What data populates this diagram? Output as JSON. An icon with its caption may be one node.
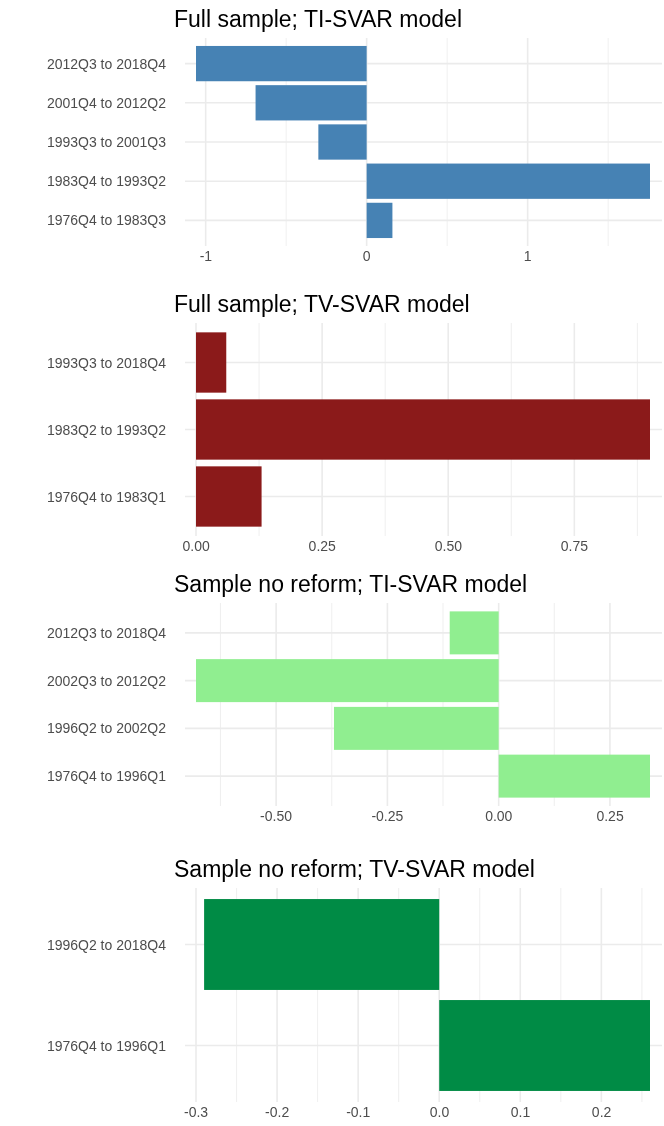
{
  "diagram": {
    "chart_data": [
      {
        "type": "bar",
        "orientation": "horizontal",
        "title": "Full sample; TI-SVAR model",
        "categories": [
          "2012Q3 to 2018Q4",
          "2001Q4 to 2012Q2",
          "1993Q3 to 2001Q3",
          "1983Q4 to 1993Q2",
          "1976Q4 to 1983Q3"
        ],
        "series": [
          {
            "color": "#4682b4",
            "values": [
              -1.06,
              -0.69,
              -0.3,
              1.76,
              0.16
            ]
          }
        ],
        "xticks": [
          -1,
          0,
          1
        ],
        "xlim": [
          -1.06,
          1.76
        ],
        "grid": true
      },
      {
        "type": "bar",
        "orientation": "horizontal",
        "title": "Full sample; TV-SVAR model",
        "categories": [
          "1993Q3 to 2018Q4",
          "1983Q2 to 1993Q2",
          "1976Q4 to 1983Q1"
        ],
        "series": [
          {
            "color": "#8b1a1a",
            "values": [
              0.06,
              0.9,
              0.13
            ]
          }
        ],
        "xticks": [
          {
            "value": 0,
            "label": "0.00"
          },
          {
            "value": 0.25,
            "label": "0.25"
          },
          {
            "value": 0.5,
            "label": "0.50"
          },
          {
            "value": 0.75,
            "label": "0.75"
          }
        ],
        "xlim": [
          0,
          0.9
        ],
        "grid": true
      },
      {
        "type": "bar",
        "orientation": "horizontal",
        "title": "Sample no reform; TI-SVAR model",
        "categories": [
          "2012Q3 to 2018Q4",
          "2002Q3 to 2012Q2",
          "1996Q2 to 2002Q2",
          "1976Q4 to 1996Q1"
        ],
        "series": [
          {
            "color": "#90ee90",
            "values": [
              -0.11,
              -0.68,
              -0.37,
              0.34
            ]
          }
        ],
        "xticks": [
          {
            "value": -0.5,
            "label": "-0.50"
          },
          {
            "value": -0.25,
            "label": "-0.25"
          },
          {
            "value": 0,
            "label": "0.00"
          },
          {
            "value": 0.25,
            "label": "0.25"
          }
        ],
        "xlim": [
          -0.68,
          0.34
        ],
        "grid": true
      },
      {
        "type": "bar",
        "orientation": "horizontal",
        "title": "Sample no reform; TV-SVAR model",
        "categories": [
          "1996Q2 to 2018Q4",
          "1976Q4 to 1996Q1"
        ],
        "series": [
          {
            "color": "#008b45",
            "values": [
              -0.29,
              0.26
            ]
          }
        ],
        "xticks": [
          {
            "value": -0.3,
            "label": "-0.3"
          },
          {
            "value": -0.2,
            "label": "-0.2"
          },
          {
            "value": -0.1,
            "label": "-0.1"
          },
          {
            "value": 0,
            "label": "0.0"
          },
          {
            "value": 0.1,
            "label": "0.1"
          },
          {
            "value": 0.2,
            "label": "0.2"
          }
        ],
        "xlim": [
          -0.3,
          0.26
        ],
        "grid": true
      }
    ]
  }
}
